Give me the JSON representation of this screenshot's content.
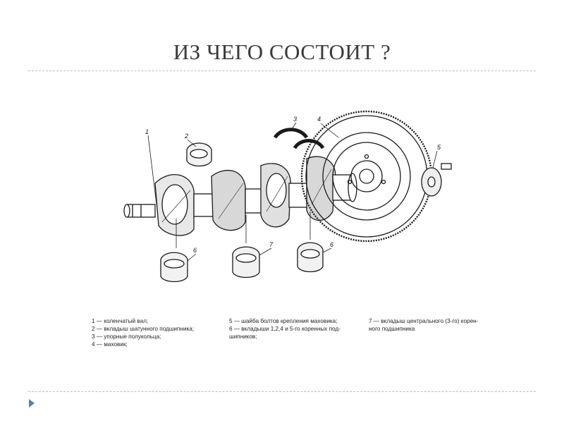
{
  "slide": {
    "title": "ИЗ ЧЕГО СОСТОИТ ?"
  },
  "diagram": {
    "callouts": {
      "n1": "1",
      "n2": "2",
      "n3": "3",
      "n4": "4",
      "n5": "5",
      "n6a": "6",
      "n6b": "6",
      "n7": "7"
    },
    "legend": {
      "col1": [
        "1 — коленчатый вал;",
        "2 — вкладыш шатунного подшипника;",
        "3 — упорные полукольца;",
        "4 — маховик;"
      ],
      "col2": [
        "5 — шайба болтов крепления маховика;",
        "6 — вкладыши 1,2,4 и 5-го коренных под-",
        "шипников;"
      ],
      "col3": [
        "7 — вкладыш центрального (3-го) корен-",
        "ного подшипника"
      ]
    }
  },
  "nav": {
    "bullet_icon": "triangle-bullet-icon",
    "accent_color": "#5b7fa6"
  }
}
